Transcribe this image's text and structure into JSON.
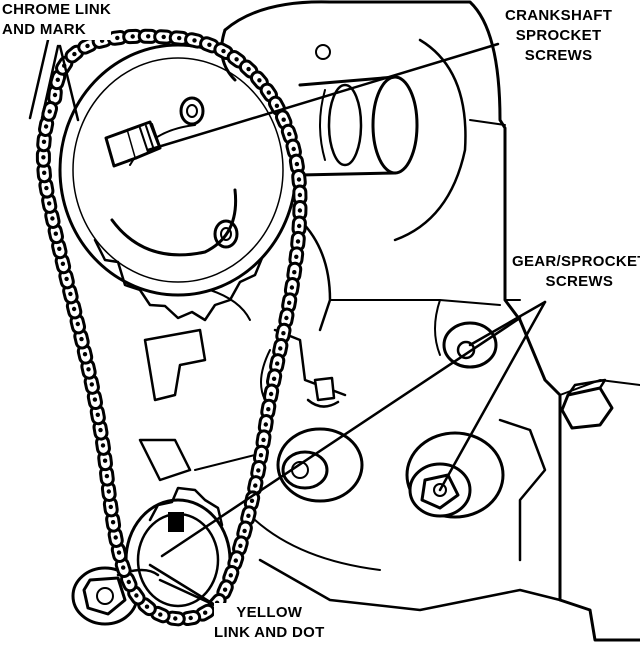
{
  "labels": {
    "chrome_link": [
      "CHROME LINK",
      "AND MARK"
    ],
    "crankshaft_sprocket_screws": [
      "CRANKSHAFT",
      "SPROCKET",
      "SCREWS"
    ],
    "gear_sprocket_screws": [
      "GEAR/SPROCKET",
      "SCREWS"
    ],
    "yellow_link": [
      "YELLOW",
      "LINK AND DOT"
    ]
  },
  "colors": {
    "ink": "#000000",
    "paper": "#ffffff"
  }
}
